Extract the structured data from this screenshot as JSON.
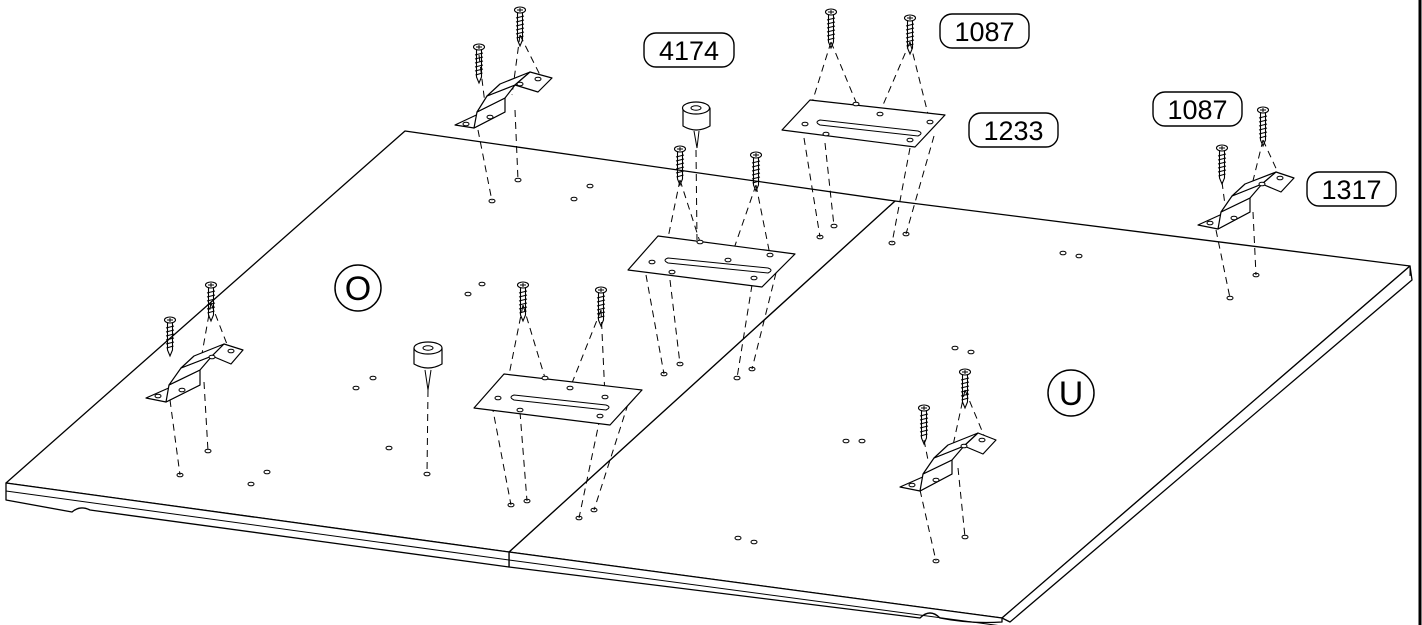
{
  "panels": [
    {
      "id": "left_panel",
      "label": "O"
    },
    {
      "id": "right_panel",
      "label": "U"
    }
  ],
  "part_tags": [
    {
      "id": "tag_foot",
      "text": "4174"
    },
    {
      "id": "tag_screw_top",
      "text": "1087"
    },
    {
      "id": "tag_plate",
      "text": "1233"
    },
    {
      "id": "tag_screw_right",
      "text": "1087"
    },
    {
      "id": "tag_bracket",
      "text": "1317"
    }
  ]
}
